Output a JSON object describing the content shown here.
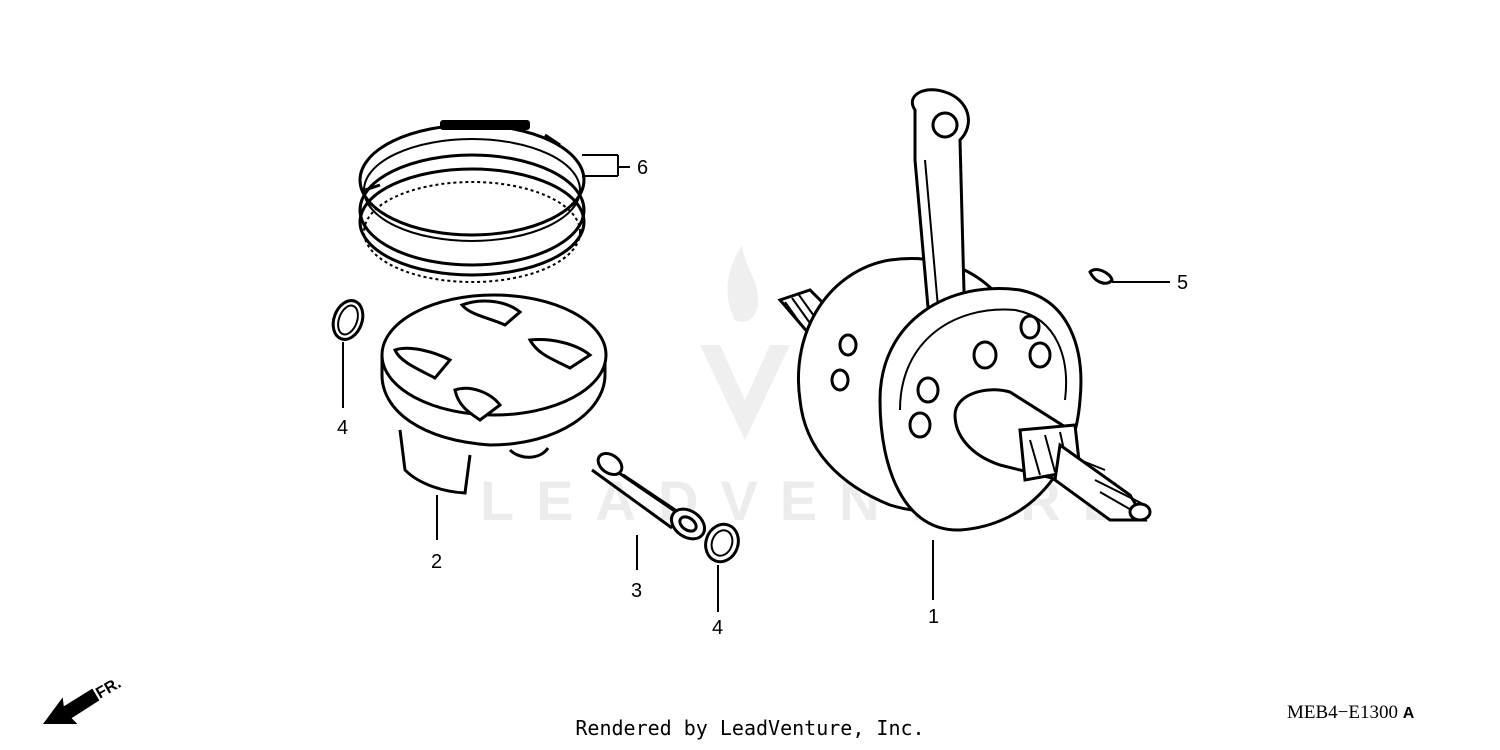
{
  "callouts": {
    "c1": "1",
    "c2": "2",
    "c3": "3",
    "c4a": "4",
    "c4b": "4",
    "c5": "5",
    "c6": "6"
  },
  "watermark": "LEADVENTURE",
  "footer": "Rendered by LeadVenture, Inc.",
  "diagram_code": "MEB4−E1300",
  "diagram_code_suffix": "A",
  "front_indicator": "FR.",
  "icons": [
    "front-direction-arrow-icon",
    "leadventure-logo-watermark"
  ]
}
